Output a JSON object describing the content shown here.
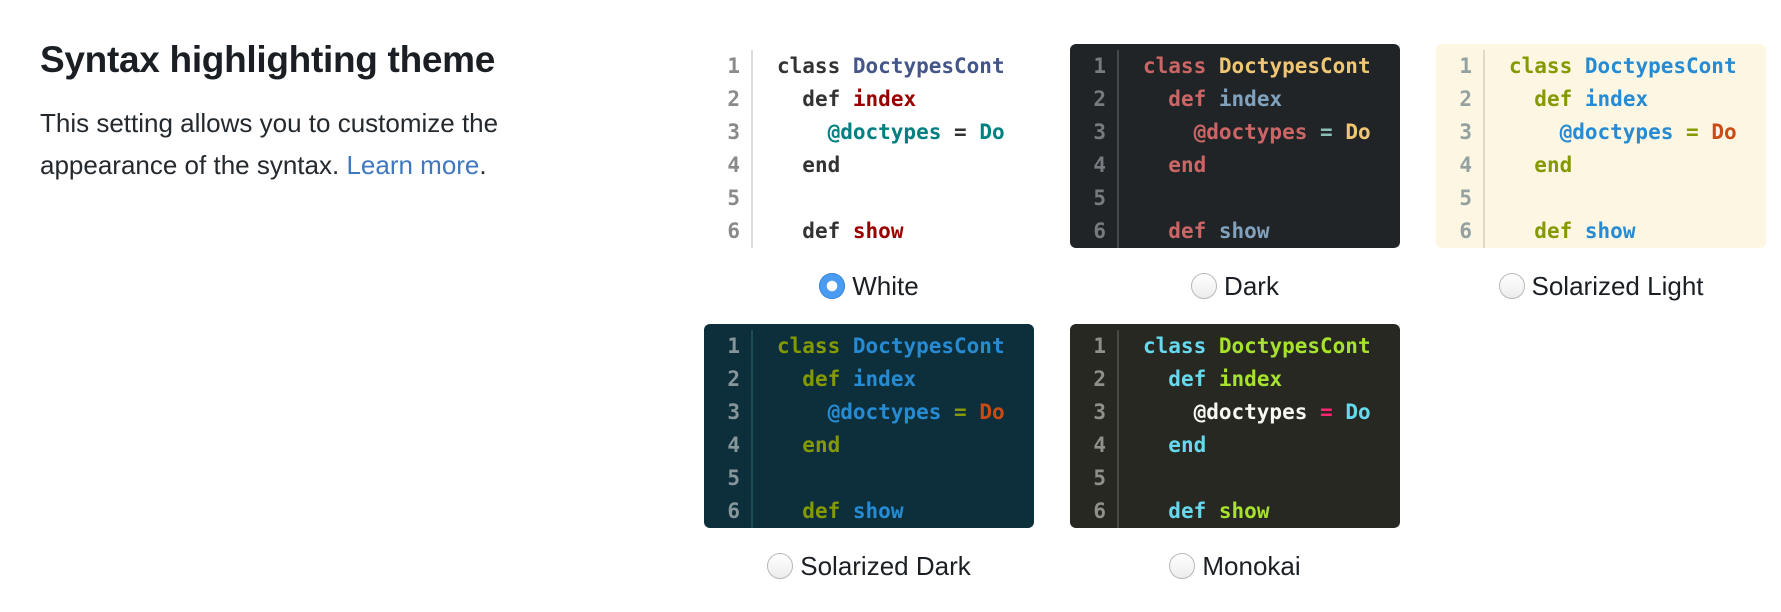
{
  "panel": {
    "title": "Syntax highlighting theme",
    "description": "This setting allows you to customize the appearance of the syntax. ",
    "link_text": "Learn more",
    "after_link": "."
  },
  "accent": {
    "link_color": "#4078c0",
    "radio_selected_color": "#4a9cf2"
  },
  "code": {
    "line_numbers": [
      "1",
      "2",
      "3",
      "4",
      "5",
      "6"
    ],
    "lines": [
      [
        {
          "t": "kw",
          "v": "class"
        },
        {
          "t": "plain",
          "v": " "
        },
        {
          "t": "cls",
          "v": "DoctypesCont"
        }
      ],
      [
        {
          "t": "plain",
          "v": "  "
        },
        {
          "t": "kw",
          "v": "def"
        },
        {
          "t": "plain",
          "v": " "
        },
        {
          "t": "fn",
          "v": "index"
        }
      ],
      [
        {
          "t": "plain",
          "v": "    "
        },
        {
          "t": "ivar",
          "v": "@doctypes"
        },
        {
          "t": "plain",
          "v": " "
        },
        {
          "t": "op",
          "v": "="
        },
        {
          "t": "plain",
          "v": " "
        },
        {
          "t": "const",
          "v": "Do"
        }
      ],
      [
        {
          "t": "plain",
          "v": "  "
        },
        {
          "t": "kw",
          "v": "end"
        }
      ],
      [],
      [
        {
          "t": "plain",
          "v": "  "
        },
        {
          "t": "kw",
          "v": "def"
        },
        {
          "t": "plain",
          "v": " "
        },
        {
          "t": "fn",
          "v": "show"
        }
      ]
    ]
  },
  "themes": [
    {
      "id": "white",
      "label": "White",
      "selected": true,
      "colors": {
        "bg": "#ffffff",
        "num": "#8a8a8a",
        "sep": "#dddddd",
        "plain": "#333333",
        "kw": "#333333",
        "cls": "#445588",
        "fn": "#990000",
        "ivar": "#008080",
        "op": "#333333",
        "const": "#008080"
      }
    },
    {
      "id": "dark",
      "label": "Dark",
      "selected": false,
      "colors": {
        "bg": "#212426",
        "num": "#767b80",
        "sep": "#45494d",
        "plain": "#c5c8c6",
        "kw": "#cc6666",
        "cls": "#f0c674",
        "fn": "#81a2be",
        "ivar": "#cc6666",
        "op": "#8abeb7",
        "const": "#f0c674"
      }
    },
    {
      "id": "solarized-light",
      "label": "Solarized Light",
      "selected": false,
      "colors": {
        "bg": "#fdf6e3",
        "num": "#93a1a1",
        "sep": "#e0dac2",
        "plain": "#657b83",
        "kw": "#859900",
        "cls": "#268bd2",
        "fn": "#268bd2",
        "ivar": "#268bd2",
        "op": "#859900",
        "const": "#cb4b16"
      }
    },
    {
      "id": "solarized-dark",
      "label": "Solarized Dark",
      "selected": false,
      "colors": {
        "bg": "#0d2f3c",
        "num": "#87969b",
        "sep": "#1e4a58",
        "plain": "#93a1a1",
        "kw": "#859900",
        "cls": "#268bd2",
        "fn": "#268bd2",
        "ivar": "#268bd2",
        "op": "#859900",
        "const": "#cb4b16"
      }
    },
    {
      "id": "monokai",
      "label": "Monokai",
      "selected": false,
      "colors": {
        "bg": "#272822",
        "num": "#90908a",
        "sep": "#4a4a42",
        "plain": "#f8f8f2",
        "kw": "#66d9ef",
        "cls": "#a6e22e",
        "fn": "#a6e22e",
        "ivar": "#f8f8f2",
        "op": "#f92672",
        "const": "#66d9ef"
      }
    }
  ]
}
